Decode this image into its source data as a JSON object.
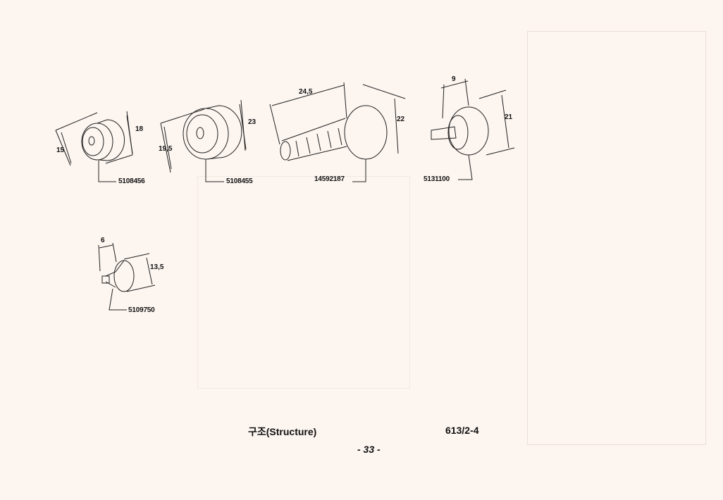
{
  "parts": [
    {
      "part_no": "5108456",
      "dims": [
        "15",
        "18"
      ]
    },
    {
      "part_no": "5108455",
      "dims": [
        "19,5",
        "23"
      ]
    },
    {
      "part_no": "14592187",
      "dims": [
        "24,5",
        "22"
      ]
    },
    {
      "part_no": "5131100",
      "dims": [
        "9",
        "21"
      ]
    },
    {
      "part_no": "5109750",
      "dims": [
        "6",
        "13,5"
      ]
    }
  ],
  "footer": {
    "section": "구조(Structure)",
    "ref": "613/2-4",
    "page": "- 33 -"
  }
}
